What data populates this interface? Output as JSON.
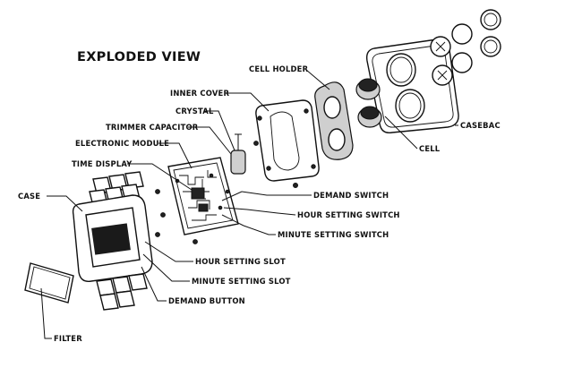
{
  "title": "EXPLODED VIEW",
  "labels": {
    "cell_holder": "CELL HOLDER",
    "inner_cover": "INNER COVER",
    "crystal": "CRYSTAL",
    "trimmer_capacitor": "TRIMMER CAPACITOR",
    "electronic_module": "ELECTRONIC MODULE",
    "time_display": "TIME DISPLAY",
    "case": "CASE",
    "casebac": "CASEBAC",
    "cell": "CELL",
    "demand_switch": "DEMAND SWITCH",
    "hour_setting_switch": "HOUR SETTING SWITCH",
    "minute_setting_switch": "MINUTE SETTING SWITCH",
    "hour_setting_slot": "HOUR SETTING SLOT",
    "minute_setting_slot": "MINUTE SETTING SLOT",
    "demand_button": "DEMAND BUTTON",
    "filter": "FILTER"
  }
}
